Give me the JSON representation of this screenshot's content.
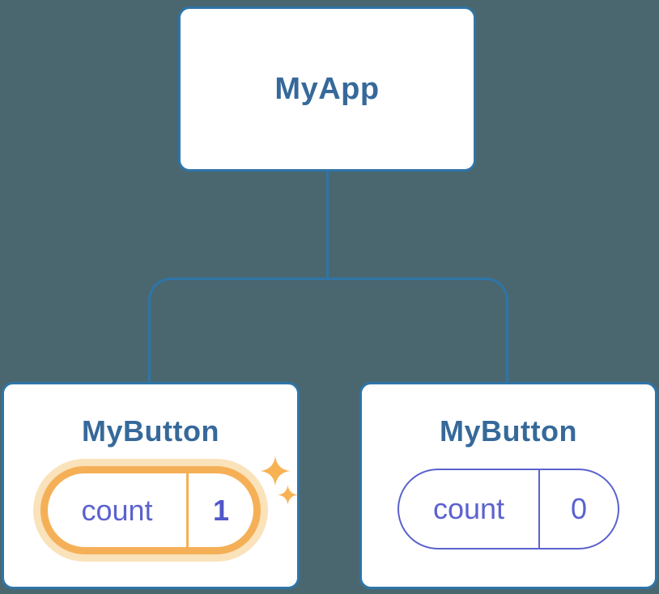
{
  "diagram": {
    "description": "React component tree with state pills",
    "root": {
      "title": "MyApp"
    },
    "children": [
      {
        "title": "MyButton",
        "state": {
          "label": "count",
          "value": "1"
        },
        "highlighted": true,
        "icons": [
          "sparkle-large-icon",
          "sparkle-small-icon"
        ]
      },
      {
        "title": "MyButton",
        "state": {
          "label": "count",
          "value": "0"
        },
        "highlighted": false
      }
    ]
  },
  "colors": {
    "background": "#4A6770",
    "line_blue": "#2E75A8",
    "title_blue": "#36699A",
    "state_indigo": "#5B62CE",
    "state_indigo_bold": "#5157C8",
    "highlight_orange": "#F5B057",
    "highlight_glow": "#FAE2BA",
    "sparkle_orange": "#F7B254",
    "node_bg": "#FFFFFF"
  }
}
